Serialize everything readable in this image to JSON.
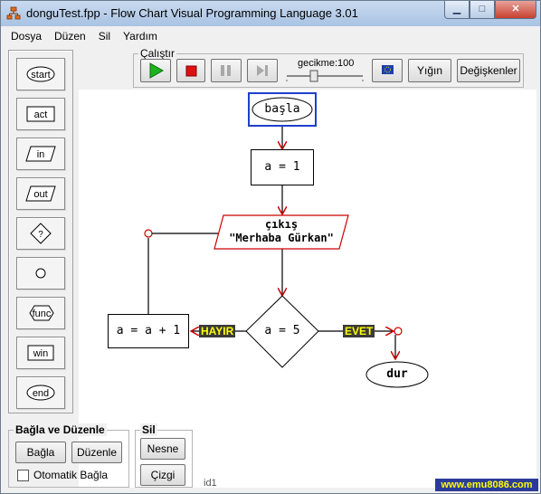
{
  "window": {
    "title": "donguTest.fpp - Flow Chart Visual Programming Language 3.01"
  },
  "menu": [
    "Dosya",
    "Düzen",
    "Sil",
    "Yardım"
  ],
  "toolbox": {
    "items": [
      "start",
      "act",
      "in",
      "out",
      "?",
      "○",
      "func",
      "win",
      "end"
    ]
  },
  "run_group": {
    "label": "Çalıştır",
    "delay_label": "gecikme:100",
    "delay_value": 100,
    "buttons": {
      "play": "play-icon",
      "stop": "stop-icon",
      "pause": "pause-icon",
      "step": "step-icon"
    },
    "stack_button": "Yığın",
    "variables_button": "Değişkenler"
  },
  "connect_group": {
    "label": "Bağla ve Düzenle",
    "connect_button": "Bağla",
    "edit_button": "Düzenle",
    "auto_connect_label": "Otomatik Bağla",
    "auto_connect_checked": false
  },
  "delete_group": {
    "label": "Sil",
    "object_button": "Nesne",
    "line_button": "Çizgi"
  },
  "flowchart": {
    "start": "başla",
    "assign": "a = 1",
    "output_line1": "çıkış",
    "output_line2": "\"Merhaba Gürkan\"",
    "condition": "a = 5",
    "increment": "a = a + 1",
    "no_label": "HAYIR",
    "yes_label": "EVET",
    "end": "dur"
  },
  "status": {
    "id_label": "id1"
  },
  "brand": "www.emu8086.com",
  "colors": {
    "arrow": "#cc0000",
    "selection": "#1f3fcc",
    "tag_bg": "#3a3a3a",
    "tag_text": "#ffff00"
  }
}
